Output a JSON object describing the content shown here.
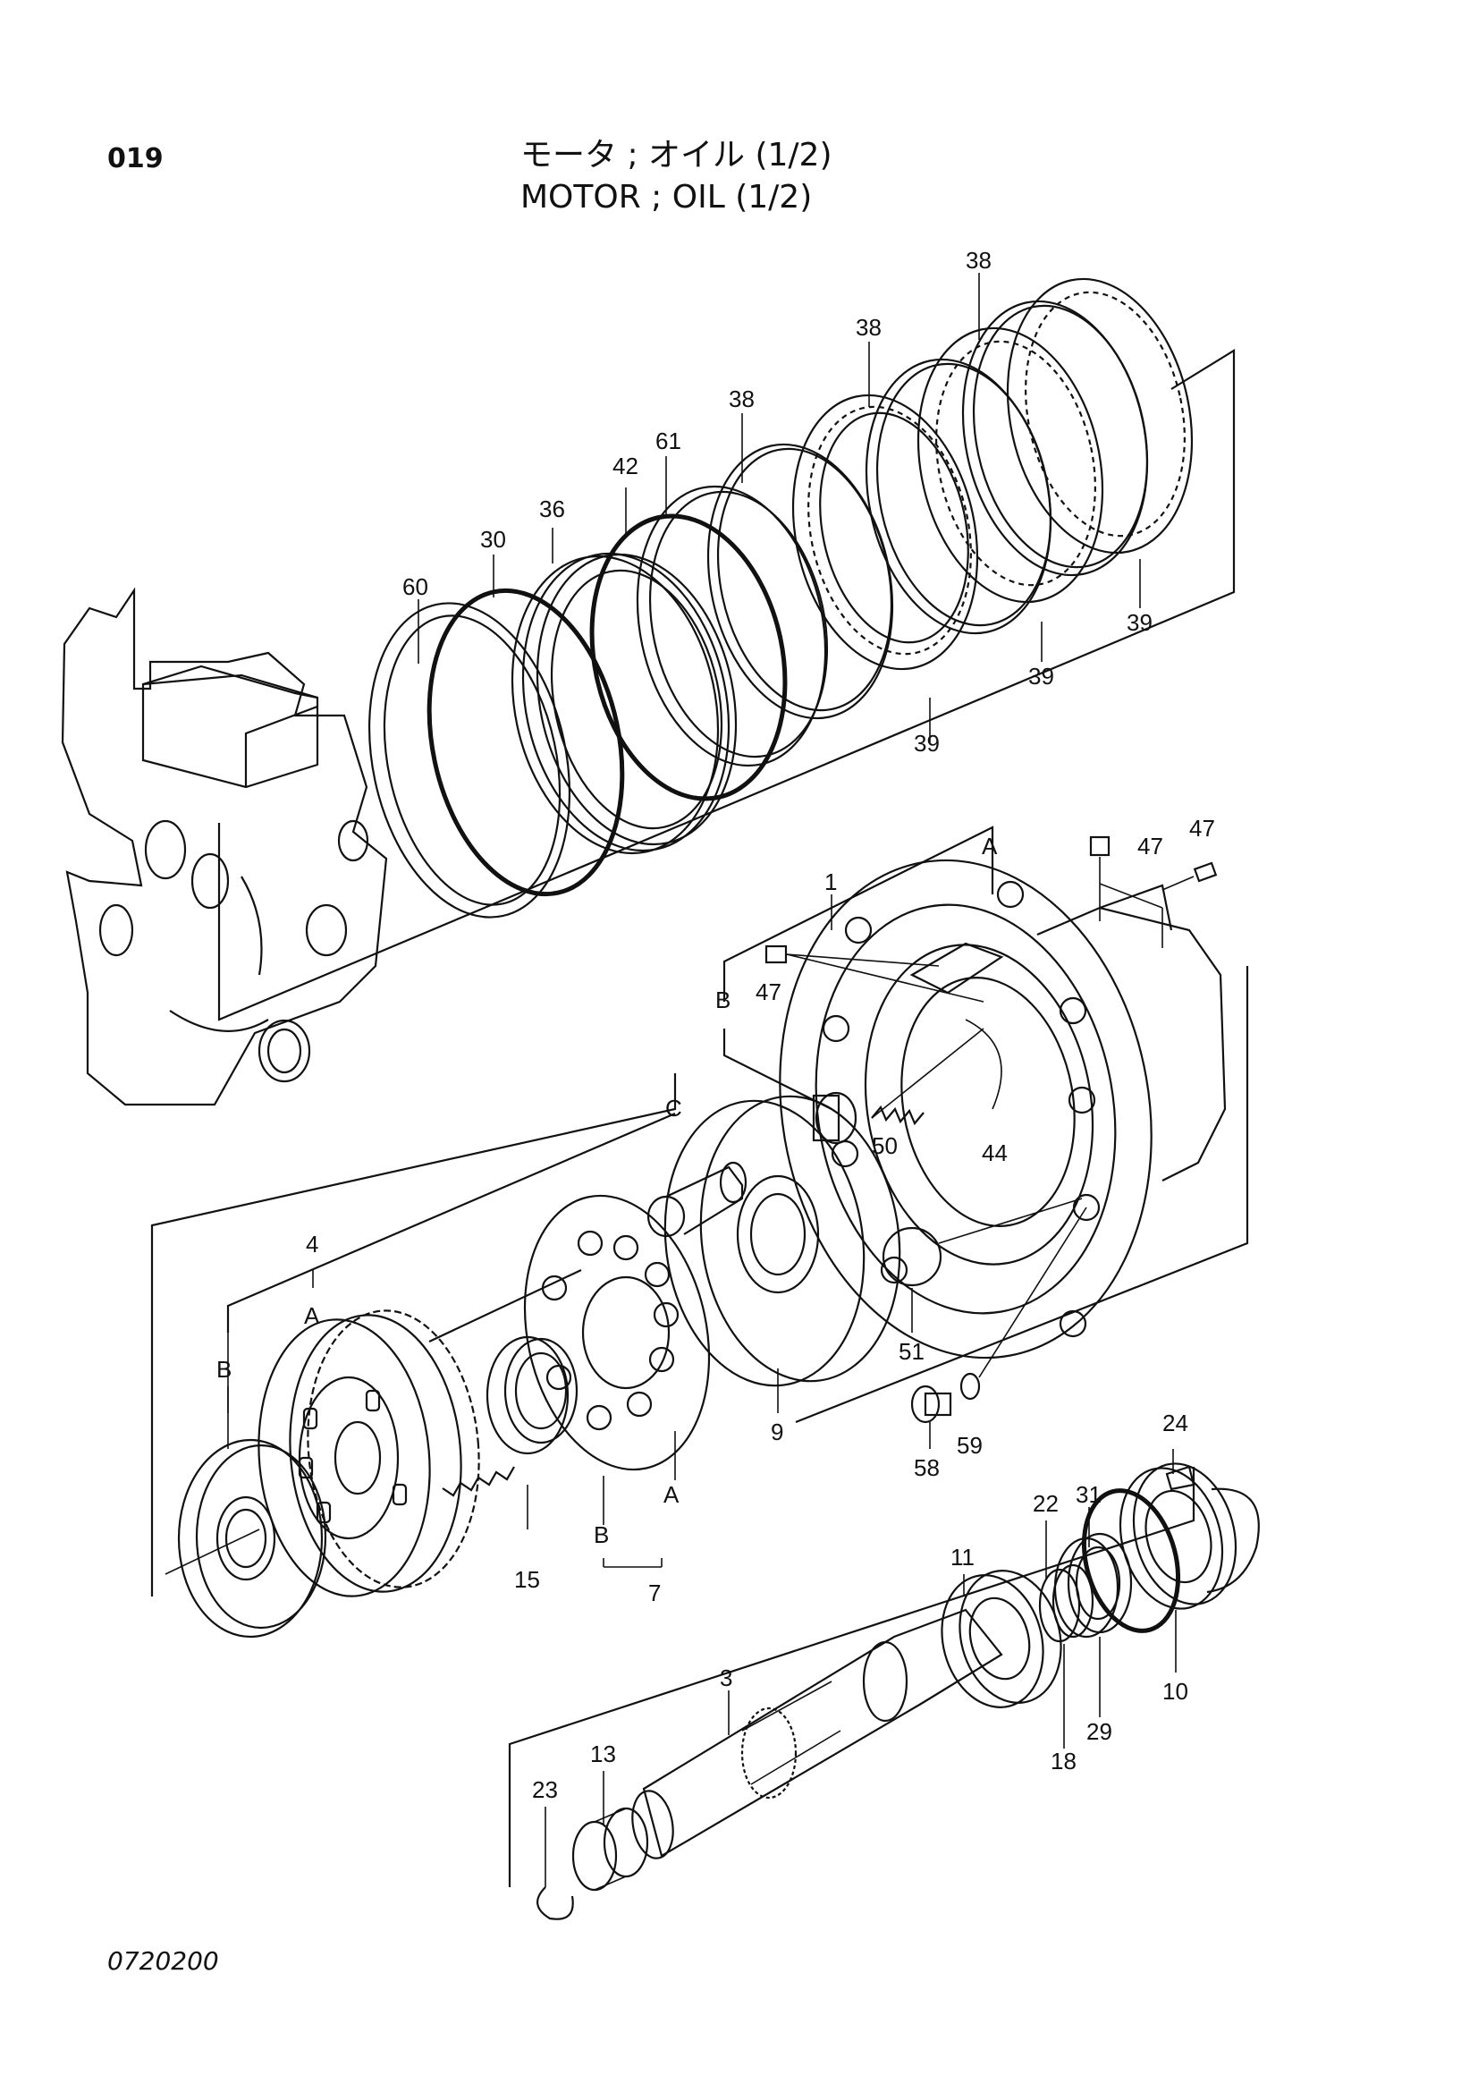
{
  "header": {
    "page_number": "019",
    "title_jp": "モータ ; オイル (1/2)",
    "title_en": "MOTOR ; OIL (1/2)"
  },
  "footer": {
    "drawing_number": "0720200"
  },
  "callouts": [
    {
      "id": "c38a",
      "text": "38"
    },
    {
      "id": "c38b",
      "text": "38"
    },
    {
      "id": "c38c",
      "text": "38"
    },
    {
      "id": "c39a",
      "text": "39"
    },
    {
      "id": "c39b",
      "text": "39"
    },
    {
      "id": "c39c",
      "text": "39"
    },
    {
      "id": "c60",
      "text": "60"
    },
    {
      "id": "c30",
      "text": "30"
    },
    {
      "id": "c36",
      "text": "36"
    },
    {
      "id": "c42",
      "text": "42"
    },
    {
      "id": "c61",
      "text": "61"
    },
    {
      "id": "cA1",
      "text": "A"
    },
    {
      "id": "c1",
      "text": "1"
    },
    {
      "id": "c47a",
      "text": "47"
    },
    {
      "id": "c47b",
      "text": "47"
    },
    {
      "id": "c47c",
      "text": "47"
    },
    {
      "id": "cB1",
      "text": "B"
    },
    {
      "id": "c50",
      "text": "50"
    },
    {
      "id": "c44",
      "text": "44"
    },
    {
      "id": "cC",
      "text": "C"
    },
    {
      "id": "c51",
      "text": "51"
    },
    {
      "id": "c4",
      "text": "4"
    },
    {
      "id": "cA2",
      "text": "A"
    },
    {
      "id": "cB2",
      "text": "B"
    },
    {
      "id": "c9",
      "text": "9"
    },
    {
      "id": "c58",
      "text": "58"
    },
    {
      "id": "c59",
      "text": "59"
    },
    {
      "id": "cA3",
      "text": "A"
    },
    {
      "id": "cB3",
      "text": "B"
    },
    {
      "id": "c7",
      "text": "7"
    },
    {
      "id": "c15",
      "text": "15"
    },
    {
      "id": "c24",
      "text": "24"
    },
    {
      "id": "c31",
      "text": "31"
    },
    {
      "id": "c22",
      "text": "22"
    },
    {
      "id": "c11",
      "text": "11"
    },
    {
      "id": "c10",
      "text": "10"
    },
    {
      "id": "c29",
      "text": "29"
    },
    {
      "id": "c18",
      "text": "18"
    },
    {
      "id": "c3",
      "text": "3"
    },
    {
      "id": "c13",
      "text": "13"
    },
    {
      "id": "c23",
      "text": "23"
    }
  ]
}
